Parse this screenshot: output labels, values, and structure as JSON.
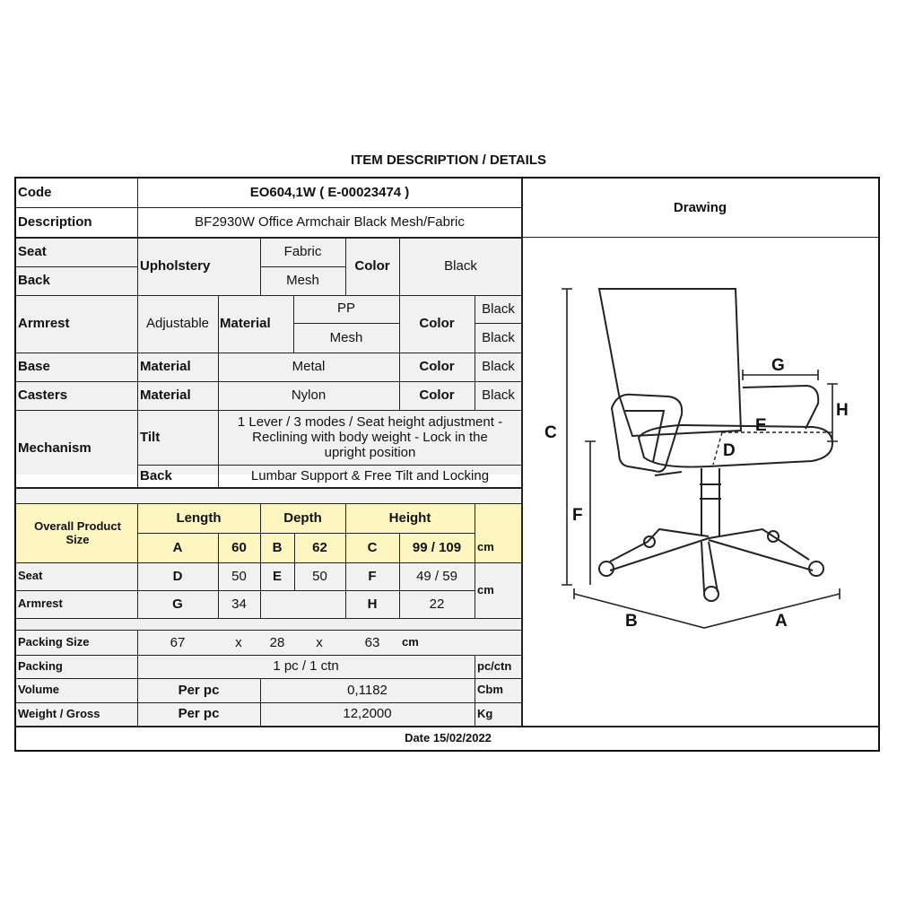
{
  "title": "ITEM DESCRIPTION / DETAILS",
  "drawing_header": "Drawing",
  "code": {
    "label": "Code",
    "value": "EO604,1W  ( E-00023474 )"
  },
  "description": {
    "label": "Description",
    "value": "BF2930W Office Armchair Black Mesh/Fabric"
  },
  "seat_back": {
    "seat_label": "Seat",
    "back_label": "Back",
    "upholstery_label": "Upholstery",
    "seat_material": "Fabric",
    "back_material": "Mesh",
    "color_label": "Color",
    "color_value": "Black"
  },
  "armrest": {
    "label": "Armrest",
    "type": "Adjustable",
    "material_label": "Material",
    "material_1": "PP",
    "material_2": "Mesh",
    "color_label": "Color",
    "color_1": "Black",
    "color_2": "Black"
  },
  "base": {
    "label": "Base",
    "material_label": "Material",
    "material": "Metal",
    "color_label": "Color",
    "color": "Black"
  },
  "casters": {
    "label": "Casters",
    "material_label": "Material",
    "material": "Nylon",
    "color_label": "Color",
    "color": "Black"
  },
  "mechanism": {
    "label": "Mechanism",
    "tilt_label": "Tilt",
    "tilt_line1": "1 Lever / 3 modes / Seat height adjustment -",
    "tilt_line2": "Reclining with body weight - Lock in the",
    "tilt_line3": "upright position",
    "back_label": "Back",
    "back_value": "Lumbar Support & Free Tilt and Locking"
  },
  "size": {
    "overall_line1": "Overall Product",
    "overall_line2": "Size",
    "length": "Length",
    "depth": "Depth",
    "height": "Height",
    "A": "A",
    "A_val": "60",
    "B": "B",
    "B_val": "62",
    "C": "C",
    "C_val": "99 / 109",
    "unit": "cm",
    "seat_label": "Seat",
    "D": "D",
    "D_val": "50",
    "E": "E",
    "E_val": "50",
    "F": "F",
    "F_val": "49 / 59",
    "armrest_label": "Armrest",
    "G": "G",
    "G_val": "34",
    "H": "H",
    "H_val": "22",
    "unit2": "cm"
  },
  "packing_size": {
    "label": "Packing Size",
    "l": "67",
    "x1": "x",
    "w": "28",
    "x2": "x",
    "h": "63",
    "unit": "cm"
  },
  "packing": {
    "label": "Packing",
    "value": "1 pc / 1 ctn",
    "unit": "pc/ctn"
  },
  "volume": {
    "label": "Volume",
    "per": "Per pc",
    "value": "0,1182",
    "unit": "Cbm"
  },
  "weight": {
    "label": "Weight / Gross",
    "per": "Per pc",
    "value": "12,2000",
    "unit": "Kg"
  },
  "date": "Date 15/02/2022",
  "drawing_letters": {
    "A": "A",
    "B": "B",
    "C": "C",
    "D": "D",
    "E": "E",
    "F": "F",
    "G": "G",
    "H": "H"
  }
}
